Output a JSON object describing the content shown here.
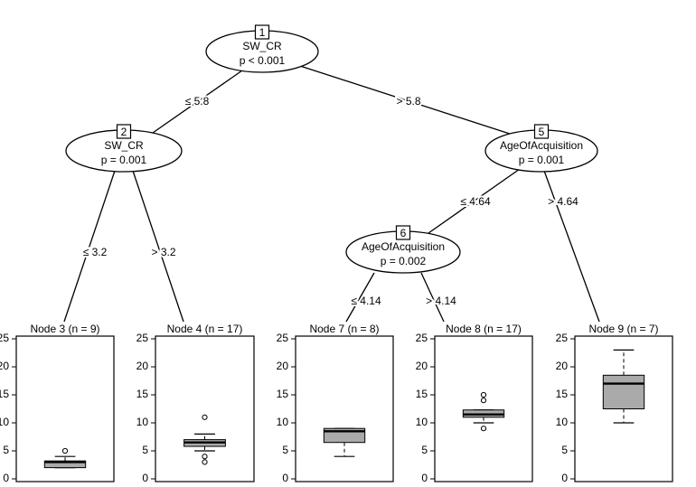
{
  "inner_nodes": [
    {
      "id": "1",
      "variable": "SW_CR",
      "pvalue": "p < 0.001"
    },
    {
      "id": "2",
      "variable": "SW_CR",
      "pvalue": "p = 0.001"
    },
    {
      "id": "5",
      "variable": "AgeOfAcquisition",
      "pvalue": "p = 0.001"
    },
    {
      "id": "6",
      "variable": "AgeOfAcquisition",
      "pvalue": "p = 0.002"
    }
  ],
  "edges": [
    {
      "from": "1",
      "to": "2",
      "label": "≤ 5.8"
    },
    {
      "from": "1",
      "to": "5",
      "label": "> 5.8"
    },
    {
      "from": "2",
      "to": "3",
      "label": "≤ 3.2"
    },
    {
      "from": "2",
      "to": "4",
      "label": "> 3.2"
    },
    {
      "from": "5",
      "to": "6",
      "label": "≤ 4.64"
    },
    {
      "from": "5",
      "to": "9",
      "label": "> 4.64"
    },
    {
      "from": "6",
      "to": "7",
      "label": "≤ 4.14"
    },
    {
      "from": "6",
      "to": "8",
      "label": "> 4.14"
    }
  ],
  "chart_data": {
    "type": "boxplot",
    "ylim": [
      0,
      25
    ],
    "yticks": [
      "0",
      "5",
      "10",
      "15",
      "20",
      "25"
    ],
    "box_fill": "#aaaaaa",
    "panels": [
      {
        "id": "3",
        "title": "Node 3 (n = 9)",
        "min": 2,
        "q1": 2,
        "median": 3,
        "q3": 3.2,
        "max": 4,
        "outliers": [
          5
        ]
      },
      {
        "id": "4",
        "title": "Node 4 (n = 17)",
        "min": 5,
        "q1": 5.8,
        "median": 6.5,
        "q3": 7,
        "max": 8,
        "outliers": [
          11,
          4,
          3
        ]
      },
      {
        "id": "7",
        "title": "Node 7 (n = 8)",
        "min": 4,
        "q1": 6.5,
        "median": 8.5,
        "q3": 9,
        "max": 9,
        "outliers": []
      },
      {
        "id": "8",
        "title": "Node 8 (n = 17)",
        "min": 10,
        "q1": 11,
        "median": 11.5,
        "q3": 12.3,
        "max": 12.3,
        "outliers": [
          15,
          14,
          9
        ]
      },
      {
        "id": "9",
        "title": "Node 9 (n = 7)",
        "min": 10,
        "q1": 12.5,
        "median": 17,
        "q3": 18.5,
        "max": 23,
        "outliers": []
      }
    ]
  }
}
